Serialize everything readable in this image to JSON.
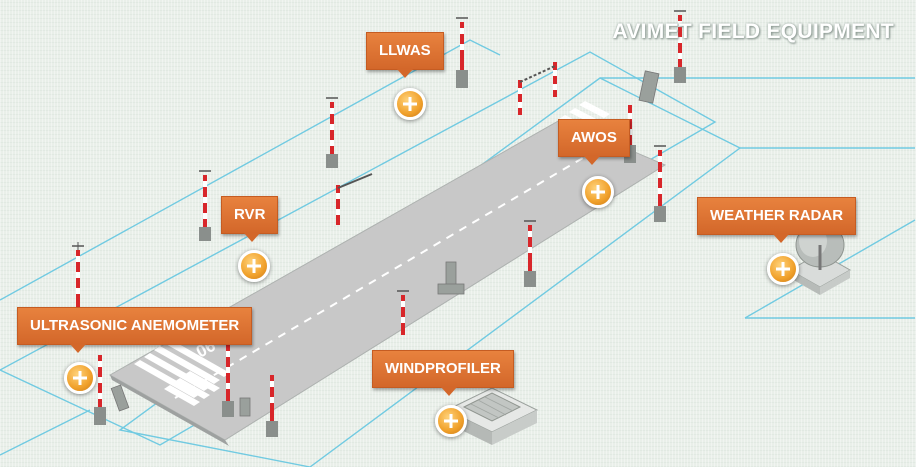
{
  "header": {
    "title": "AVIMET FIELD EQUIPMENT"
  },
  "runway": {
    "designator": "06"
  },
  "callouts": [
    {
      "id": "llwas",
      "label": "LLWAS"
    },
    {
      "id": "awos",
      "label": "AWOS"
    },
    {
      "id": "rvr",
      "label": "RVR"
    },
    {
      "id": "weather_radar",
      "label": "WEATHER RADAR"
    },
    {
      "id": "ultrasonic_anemometer",
      "label": "ULTRASONIC ANEMOMETER"
    },
    {
      "id": "windprofiler",
      "label": "WINDPROFILER"
    }
  ],
  "colors": {
    "accent": "#e07a35",
    "boundary_line": "#5cc4e0",
    "runway": "#c8c8c8",
    "mast_red": "#d8262a"
  },
  "icons": {
    "expand": "plus-circle-icon"
  }
}
